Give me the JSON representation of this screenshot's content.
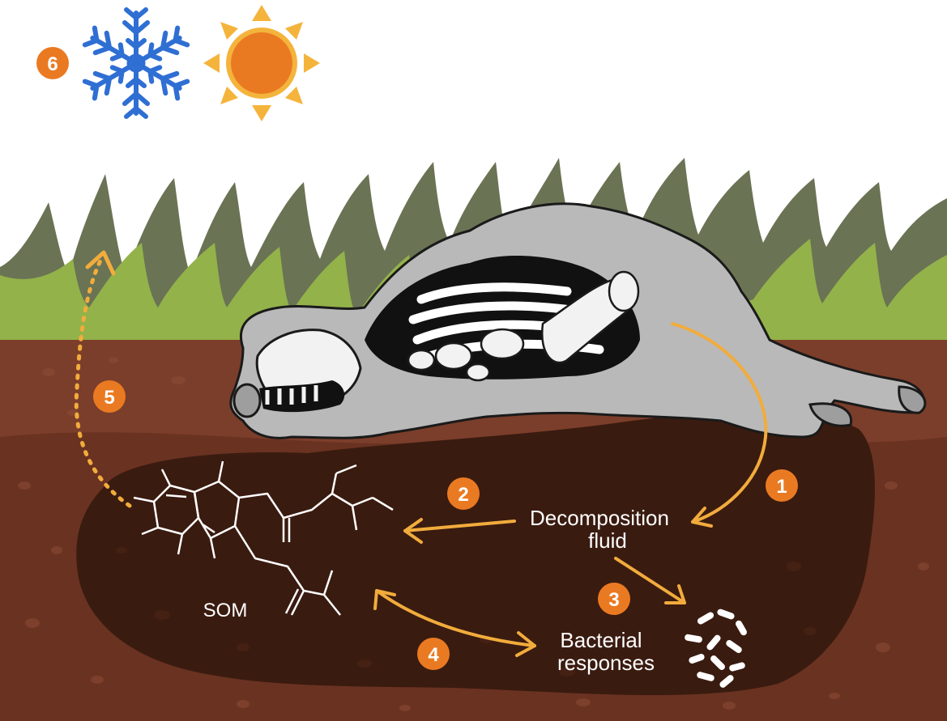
{
  "badges": {
    "b1": "1",
    "b2": "2",
    "b3": "3",
    "b4": "4",
    "b5": "5",
    "b6": "6"
  },
  "labels": {
    "decomposition_line1": "Decomposition",
    "decomposition_line2": "fluid",
    "som": "SOM",
    "bacterial_line1": "Bacterial",
    "bacterial_line2": "responses"
  },
  "icons": {
    "weather": [
      "snowflake-icon",
      "sun-icon"
    ],
    "microbes": "bacteria-icon"
  },
  "colors": {
    "badge": "#ea7a22",
    "arrow": "#f2ac3c",
    "snowflake": "#2f6fd3",
    "sun_core": "#ea7a22",
    "sun_rays": "#f4b43c",
    "grass_dark": "#6a7354",
    "grass_light": "#93b24a",
    "soil_top": "#7b3e2a",
    "soil_deep": "#5a2d1c",
    "pool": "#3a1b10",
    "carcass": "#b9b9b9"
  }
}
